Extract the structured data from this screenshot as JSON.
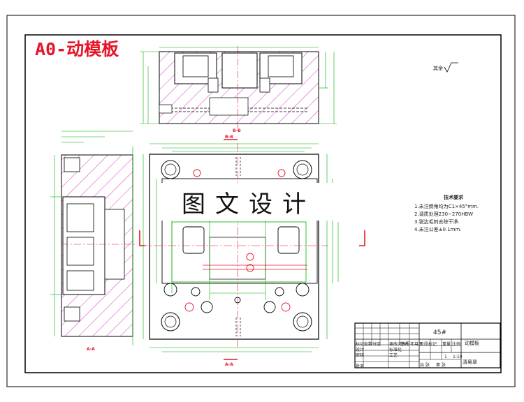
{
  "title": "A0-动模板",
  "watermark": "图文设计",
  "roughness_label": "其余",
  "tech_notes": {
    "title": "技术要求",
    "items": [
      "1.未注倒角均为C1×45°mm.",
      "2.调质处理230~270HBW",
      "3.锐边毛刺去除干净.",
      "4.未注公差±0.1mm."
    ]
  },
  "title_block": {
    "material": "45#",
    "part_name": "动模板",
    "unit": "清奥翠",
    "scale": "1:10",
    "sheet": "1",
    "labels": [
      "标记",
      "处数",
      "分区",
      "更改文件号",
      "签名",
      "年月日",
      "设计",
      "标准化",
      "审核",
      "工艺",
      "批准",
      "阶段标记",
      "重量",
      "比例",
      "共 张",
      "第 张"
    ]
  },
  "section_labels": [
    "B-B",
    "B-B",
    "A-A",
    "A-A"
  ],
  "colors": {
    "outline": "#000000",
    "hatch": "#c800c8",
    "dimension": "#00b000",
    "center": "#e8152a",
    "title_red": "#e8152a"
  }
}
